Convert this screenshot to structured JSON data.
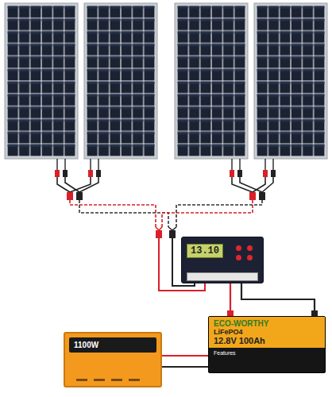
{
  "diagram": {
    "nodes": [
      {
        "text": [
          "13.10"
        ]
      },
      {
        "text": [
          "ECO-WORTHY",
          "LiFePO4",
          "12.8V 100Ah",
          "Features"
        ]
      },
      {
        "text": [
          "1100W"
        ]
      }
    ],
    "edges": [
      {
        "from": 0,
        "to": 1,
        "arrow": "none"
      },
      {
        "from": 0,
        "to": 1,
        "arrow": "none"
      },
      {
        "from": 1,
        "to": 2,
        "arrow": "none"
      },
      {
        "from": 1,
        "to": 2,
        "arrow": "none"
      }
    ]
  }
}
